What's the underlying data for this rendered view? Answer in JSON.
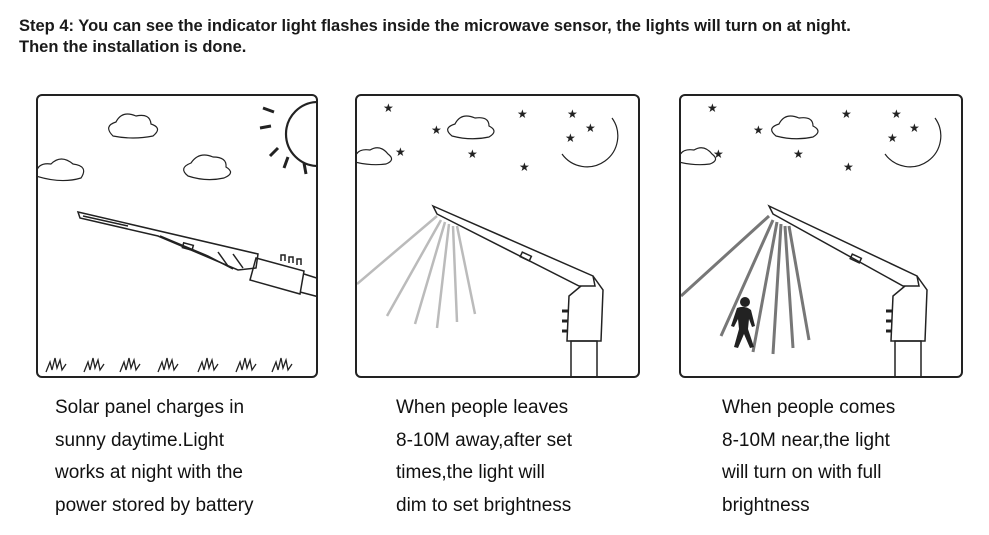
{
  "title": {
    "lines": [
      "Step 4: You can see the indicator light flashes inside the microwave sensor, the lights will turn on at night.",
      "Then the installation is done."
    ]
  },
  "panels": [
    {
      "scene": "sunny-daytime",
      "caption": [
        "Solar panel charges in",
        "sunny daytime.Light",
        "works at night with the",
        "power stored by battery"
      ]
    },
    {
      "scene": "night-dim",
      "caption": [
        "When people leaves",
        "8-10M away,after set",
        "times,the light will",
        "dim to set brightness"
      ]
    },
    {
      "scene": "night-full",
      "caption": [
        "When people comes",
        "8-10M near,the light",
        "will turn on with full",
        "brightness"
      ]
    }
  ]
}
